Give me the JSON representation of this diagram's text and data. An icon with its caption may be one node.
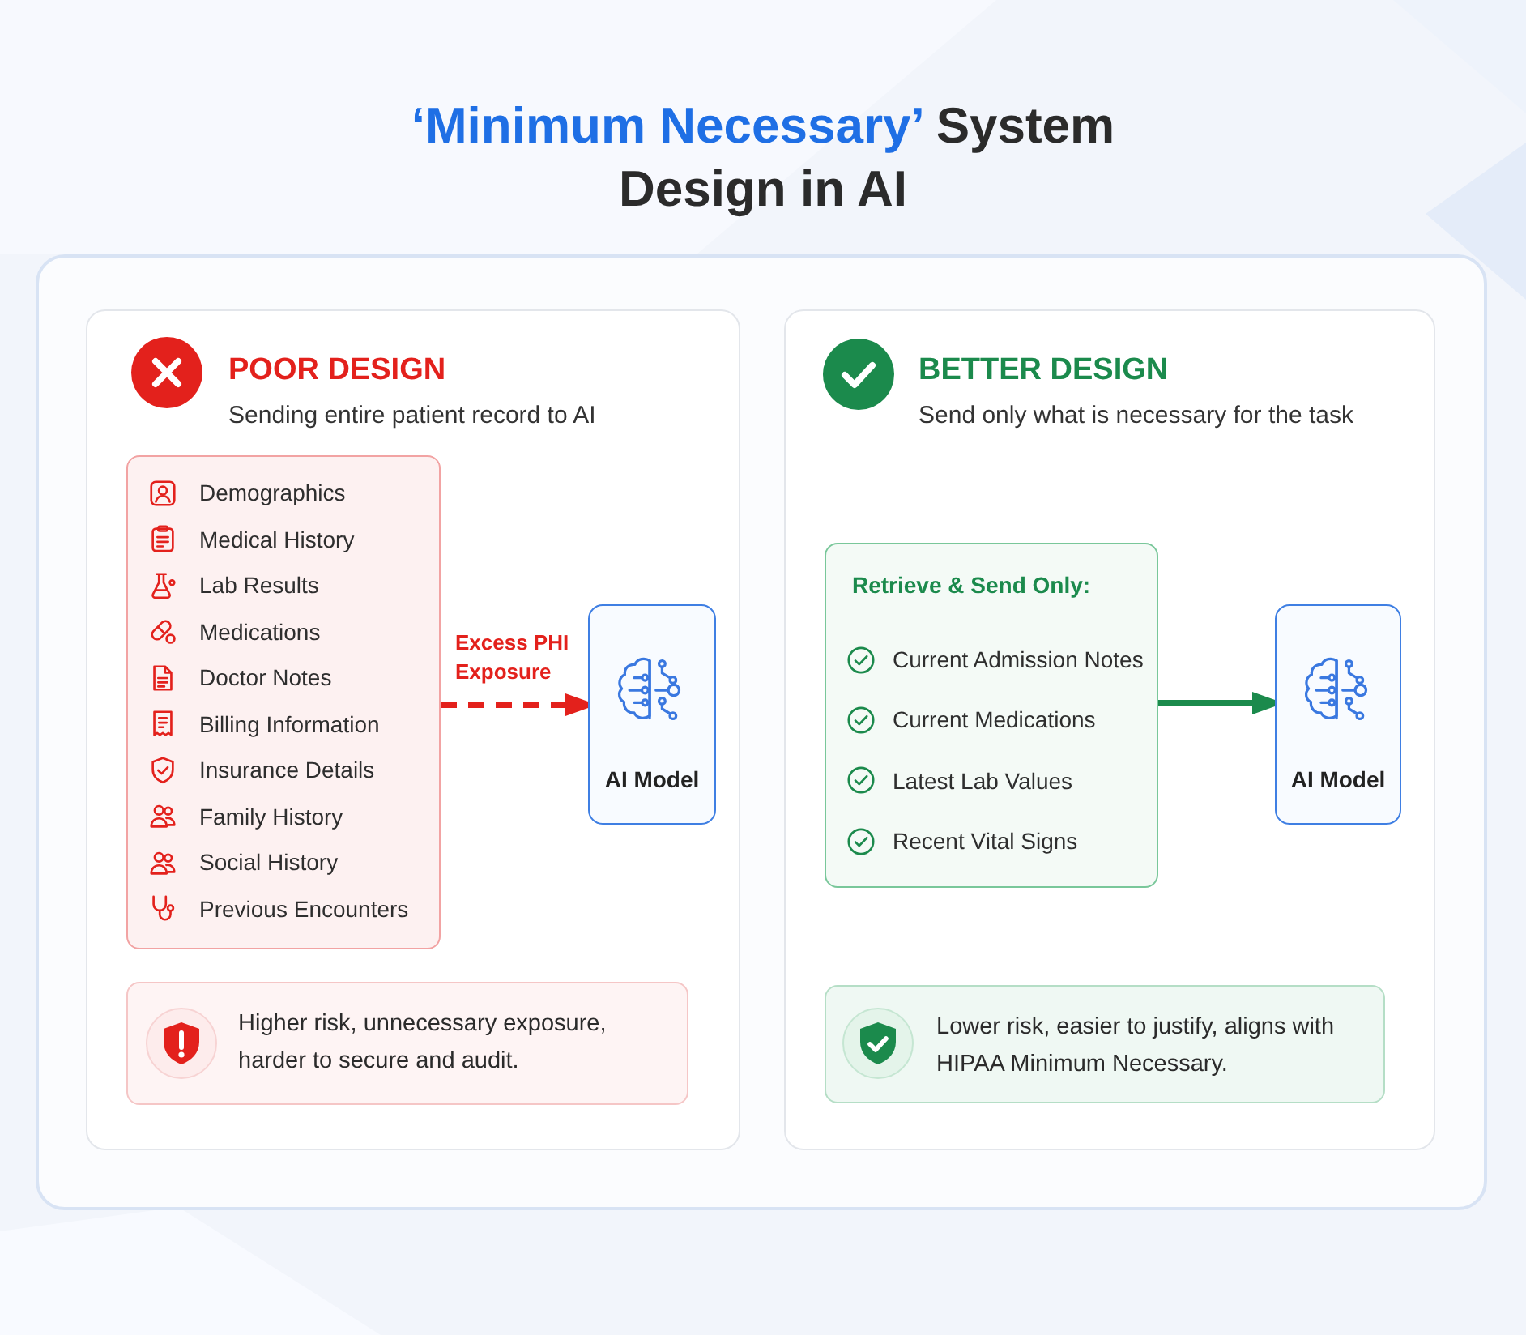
{
  "diagram": {
    "title": "**‘Minimum Necessary’** System Design in AI",
    "nodes": [
      {
        "text": [
          "POOR DESIGN",
          "Sending entire patient record to AI"
        ]
      },
      {
        "text": [
          "Demographics",
          "Medical History",
          "Lab Results",
          "Medications",
          "Doctor Notes",
          "Billing Information",
          "Insurance Details",
          "Family History",
          "Social History",
          "Previous Encounters"
        ],
        "in": 0
      },
      {
        "text": [
          "AI Model"
        ],
        "in": 0
      },
      {
        "text": [
          "Higher risk, unnecessary exposure, harder to secure and audit."
        ],
        "in": 0
      },
      {
        "text": [
          "BETTER DESIGN",
          "Send only what is necessary for the task"
        ]
      },
      {
        "text": [
          "Retrieve & Send Only:",
          "Current Admission Notes",
          "Current Medications",
          "Latest Lab Values",
          "Recent Vital Signs"
        ],
        "in": 4
      },
      {
        "text": [
          "AI Model"
        ],
        "in": 4
      },
      {
        "text": [
          "Lower risk, easier to justify, aligns with HIPAA Minimum Necessary."
        ],
        "in": 4
      }
    ],
    "edges": [
      {
        "from": 1,
        "to": 2,
        "arrow": "to",
        "label": "Excess PHI Exposure",
        "style": "dashed",
        "color": "#e3211c"
      },
      {
        "from": 5,
        "to": 6,
        "arrow": "to",
        "color": "#1b8a4c"
      }
    ]
  }
}
